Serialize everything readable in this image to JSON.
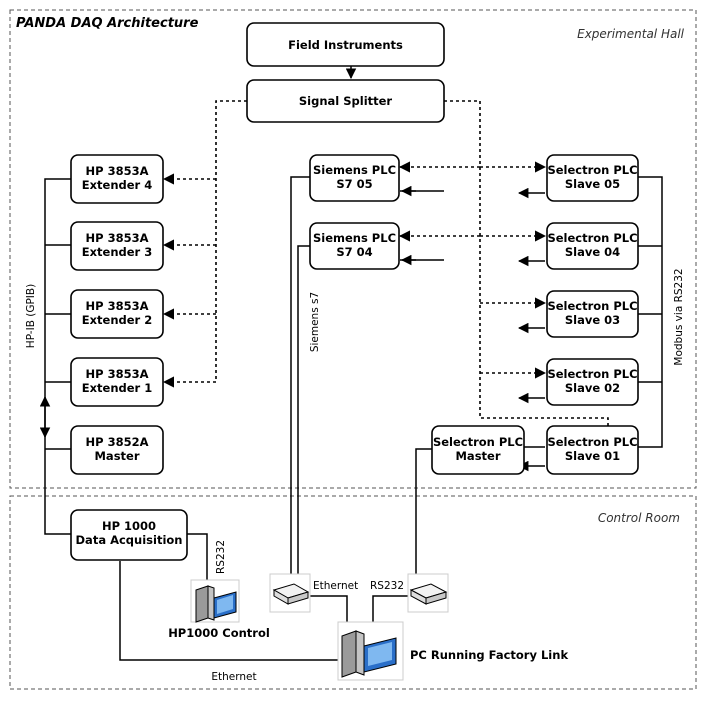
{
  "title": "PANDA DAQ Architecture",
  "zones": {
    "experimental_hall": "Experimental Hall",
    "control_room": "Control Room"
  },
  "boxes": {
    "field_instruments": [
      "Field Instruments"
    ],
    "signal_splitter": [
      "Signal Splitter"
    ],
    "extender4": [
      "HP 3853A",
      "Extender 4"
    ],
    "extender3": [
      "HP 3853A",
      "Extender 3"
    ],
    "extender2": [
      "HP 3853A",
      "Extender 2"
    ],
    "extender1": [
      "HP 3853A",
      "Extender 1"
    ],
    "master_3852": [
      "HP 3852A",
      "Master"
    ],
    "siemens05": [
      "Siemens PLC",
      "S7 05"
    ],
    "siemens04": [
      "Siemens PLC",
      "S7 04"
    ],
    "slave05": [
      "Selectron PLC",
      "Slave 05"
    ],
    "slave04": [
      "Selectron PLC",
      "Slave 04"
    ],
    "slave03": [
      "Selectron PLC",
      "Slave 03"
    ],
    "slave02": [
      "Selectron PLC",
      "Slave 02"
    ],
    "slave01": [
      "Selectron PLC",
      "Slave 01"
    ],
    "selectron_master": [
      "Selectron PLC",
      "Master"
    ],
    "hp1000": [
      "HP 1000",
      "Data Acquisition"
    ]
  },
  "labels": {
    "hpib": "HP-IB (GPIB)",
    "siemens_s7": "Siemens s7",
    "modbus": "Modbus via RS232",
    "rs232_left": "RS232",
    "ethernet_switch": "Ethernet",
    "rs232_right": "RS232",
    "ethernet_bottom": "Ethernet",
    "hp1000_control": "HP1000 Control",
    "pc_factory_link": "PC Running Factory Link"
  }
}
